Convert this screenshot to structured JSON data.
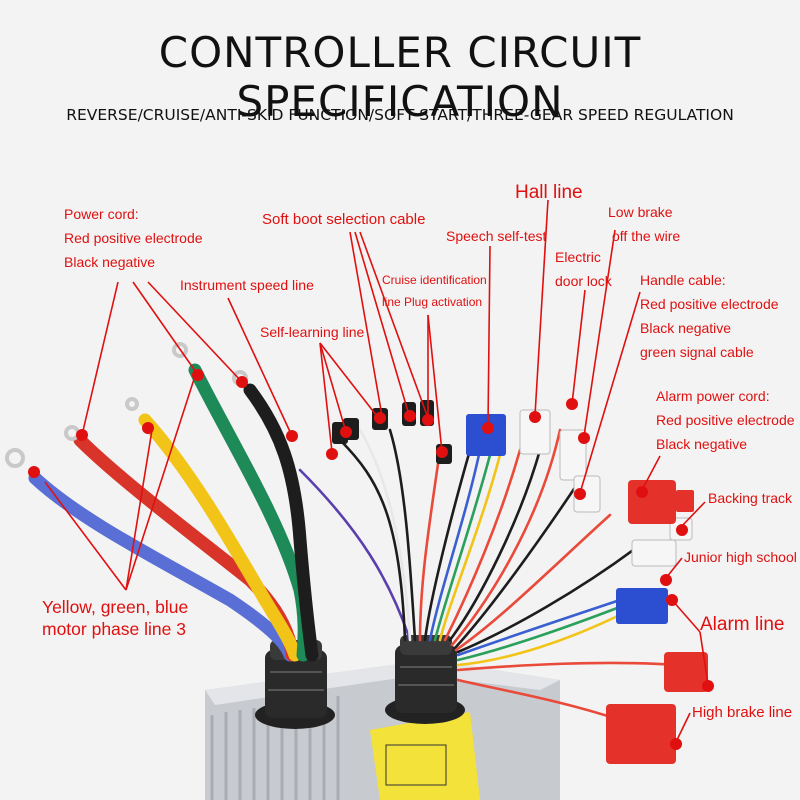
{
  "title": "CONTROLLER CIRCUIT SPECIFICATION",
  "subtitle": "REVERSE/CRUISE/ANTI-SKID FUNCTION/SOFT START/THREE-GEAR SPEED REGULATION",
  "labels": {
    "power_cord": [
      "Power cord:",
      "Red positive electrode",
      "Black negative"
    ],
    "instrument_speed": "Instrument speed line",
    "soft_boot": "Soft boot selection cable",
    "self_learning": "Self-learning line",
    "cruise": [
      "Cruise identification",
      "line Plug activation"
    ],
    "speech": "Speech self-test",
    "hall": "Hall line",
    "electric_door": [
      "Electric",
      "door lock"
    ],
    "low_brake": [
      "Low brake",
      "off the wire"
    ],
    "handle_cable": [
      "Handle cable:",
      "Red positive electrode",
      "Black negative",
      "green signal cable"
    ],
    "alarm_power": [
      "Alarm power cord:",
      "Red positive electrode",
      "Black negative"
    ],
    "backing_track": "Backing track",
    "junior_high": "Junior high school",
    "alarm_line": "Alarm line",
    "high_brake": "High brake line",
    "motor_phase": [
      "Yellow, green, blue",
      "motor phase line 3"
    ]
  },
  "colors": {
    "annotation": "#e01010",
    "wire_red": "#d9342a",
    "wire_yellow": "#f2c417",
    "wire_green": "#1e8a57",
    "wire_blue": "#5a6fd6",
    "wire_black": "#1d1d1d",
    "housing": "#c9ccd0",
    "connector_white": "#f6f6f6",
    "connector_red": "#e4322a",
    "connector_blue": "#2b4fd0"
  },
  "icons": {
    "gland": "cable-gland",
    "terminal": "ring-terminal",
    "pin": "annotation-dot"
  }
}
